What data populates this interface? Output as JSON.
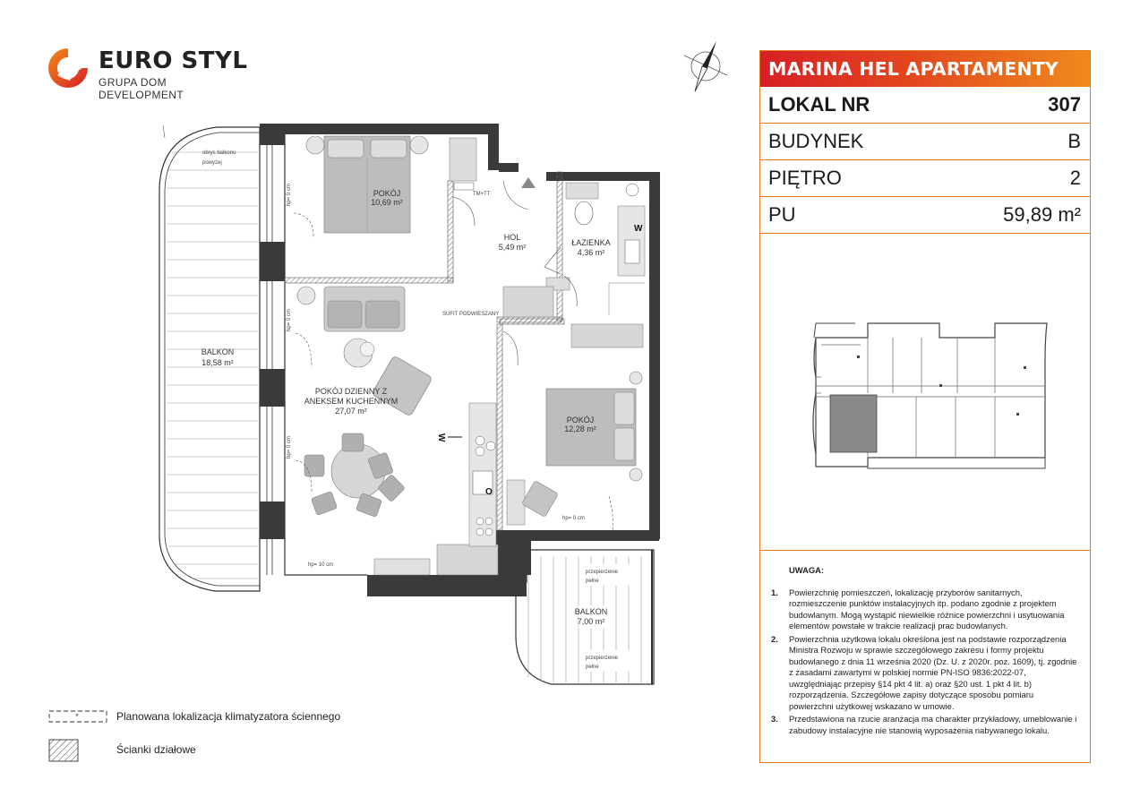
{
  "logo": {
    "title": "EURO STYL",
    "subtitle": "GRUPA DOM DEVELOPMENT",
    "colors": {
      "red": "#d81f26",
      "orange": "#f08a1c"
    }
  },
  "compass": {
    "icon": "north-arrow-icon"
  },
  "panel": {
    "title": "MARINA HEL APARTAMENTY",
    "rows": [
      {
        "label": "LOKAL NR",
        "value": "307",
        "bold": true
      },
      {
        "label": "BUDYNEK",
        "value": "B"
      },
      {
        "label": "PIĘTRO",
        "value": "2"
      },
      {
        "label": "PU",
        "value": "59,89 m²"
      }
    ],
    "accent_color": "#e07a1a"
  },
  "notes": {
    "title": "UWAGA:",
    "items": [
      {
        "num": "1.",
        "text": "Powierzchnię pomieszczeń, lokalizację przyborów sanitarnych, rozmieszczenie punktów instalacyjnych itp. podano zgodnie z projektem budowlanym. Mogą wystąpić niewielkie różnice powierzchni i usytuowania elementów powstałe w trakcie realizacji prac budowlanych."
      },
      {
        "num": "2.",
        "text": "Powierzchnia użytkowa lokalu określona jest na podstawie rozporządzenia Ministra Rozwoju w sprawie szczegółowego zakresu i formy projektu budowlanego z dnia 11 września 2020 (Dz. U. z 2020r. poz. 1609), tj. zgodnie z zasadami zawartymi w polskiej normie PN-ISO 9836:2022-07, uwzględniając przepisy §14 pkt 4 lit. a) oraz §20 ust. 1 pkt 4 lit. b) rozporządzenia. Szczegółowe zapisy dotyczące sposobu pomiaru powierzchni użytkowej wskazano w umowie."
      },
      {
        "num": "3.",
        "text": "Przedstawiona na rzucie aranżacja ma charakter przykładowy, umeblowanie i zabudowy instalacyjne nie stanowią wyposażenia nabywanego lokalu."
      }
    ]
  },
  "legend": [
    {
      "icon": "air-conditioner-location-icon",
      "text": "Planowana lokalizacja klimatyzatora ściennego"
    },
    {
      "icon": "partition-wall-hatch-icon",
      "text": "Ścianki działowe"
    }
  ],
  "plan": {
    "rooms": [
      {
        "name": "POKÓJ",
        "area": "10,69 m²"
      },
      {
        "name": "HOL",
        "area": "5,49 m²"
      },
      {
        "name": "ŁAZIENKA",
        "area": "4,36 m²"
      },
      {
        "name_lines": [
          "POKÓJ DZIENNY Z",
          "ANEKSEM KUCHENNYM"
        ],
        "area": "27,07 m²"
      },
      {
        "name": "POKÓJ",
        "area": "12,28 m²"
      },
      {
        "name": "BALKON",
        "area": "18,58 m²"
      },
      {
        "name": "BALKON",
        "area": "7,00 m²"
      }
    ],
    "annotations": {
      "balcony_outline": [
        "obrys balkonu",
        "powyżej"
      ],
      "partition_top": [
        "przepierzenie",
        "pełne"
      ],
      "partition_bottom": [
        "przepierzenie",
        "pełne"
      ],
      "suspended_ceiling": "SUFIT PODWIESZANY",
      "tm_tt": "TM+TT",
      "hp_0": "hp= 0 cm",
      "hp_10": "hp= 10 cm",
      "w_mark": "W",
      "o_mark": "O"
    }
  }
}
